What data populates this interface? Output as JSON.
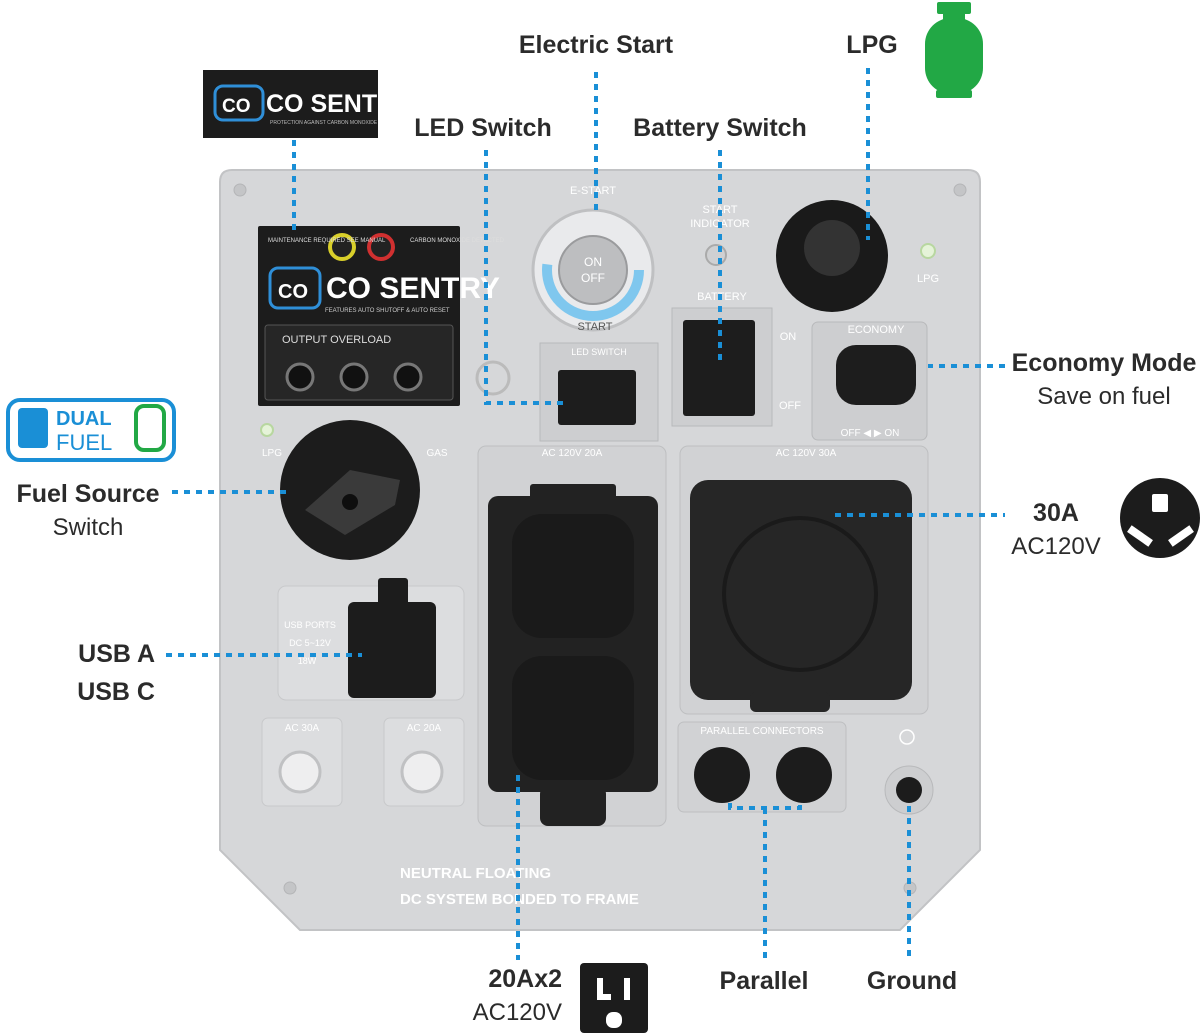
{
  "callouts": {
    "electric_start": "Electric Start",
    "lpg": "LPG",
    "led_switch": "LED Switch",
    "battery_switch": "Battery Switch",
    "economy_mode": "Economy Mode",
    "economy_mode_sub": "Save on fuel",
    "fuel_source": "Fuel Source",
    "fuel_source_sub": "Switch",
    "amp30": "30A",
    "amp30_sub": "AC120V",
    "usb_a": "USB A",
    "usb_c": "USB C",
    "amp20x2": "20Ax2",
    "amp20x2_sub": "AC120V",
    "parallel": "Parallel",
    "ground": "Ground"
  },
  "logos": {
    "co_sentry": "CO SENTRY",
    "co_sentry_tag": "PROTECTION AGAINST CARBON MONOXIDE",
    "dual": "DUAL",
    "fuel": "FUEL"
  },
  "panel_labels": {
    "e_start": "E-START",
    "on": "ON",
    "off": "OFF",
    "start": "START",
    "start_indicator_1": "START",
    "start_indicator_2": "INDICATOR",
    "battery": "BATTERY",
    "battery_on": "ON",
    "battery_off": "OFF",
    "lpg_led": "LPG",
    "economy": "ECONOMY",
    "economy_offon": "OFF ◀ ▶ ON",
    "led_switch": "LED SWITCH",
    "maintenance": "MAINTENANCE\nREQUIRED\nSEE MANUAL",
    "co_detected": "CARBON\nMONOXIDE\nDETECTED",
    "features": "FEATURES AUTO SHUTOFF & AUTO RESET",
    "output_overload": "OUTPUT  OVERLOAD",
    "lpg": "LPG",
    "gas": "GAS",
    "ac_120v_20a": "AC 120V 20A",
    "ac_120v_30a": "AC 120V 30A",
    "usb_ports": "USB PORTS",
    "usb_dc": "DC 5~12V",
    "usb_w": "18W",
    "ac30a": "AC 30A",
    "ac20a": "AC 20A",
    "parallel_connectors": "PARALLEL CONNECTORS",
    "neutral_1": "NEUTRAL FLOATING",
    "neutral_2": "DC SYSTEM BONDED TO FRAME"
  },
  "colors": {
    "leader": "#1a8fd6",
    "panel": "#d6d7d9",
    "panel_edge": "#c2c3c5",
    "component": "#2a2a2a",
    "lpg_green": "#22a845",
    "text": "#2b2b2b"
  }
}
